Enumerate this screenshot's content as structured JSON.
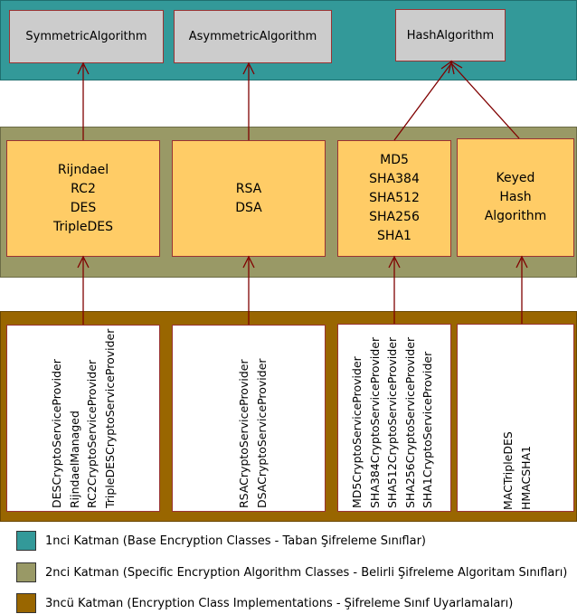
{
  "colors": {
    "layer1": "#339999",
    "layer2": "#999966",
    "layer3": "#996600",
    "base_box": "#cccccc",
    "algo_box": "#ffcc66",
    "impl_box": "#ffffff",
    "arrow": "#800000"
  },
  "base_classes": [
    "SymmetricAlgorithm",
    "AsymmetricAlgorithm",
    "HashAlgorithm"
  ],
  "algorithm_groups": [
    [
      "Rijndael",
      "RC2",
      "DES",
      "TripleDES"
    ],
    [
      "RSA",
      "DSA"
    ],
    [
      "MD5",
      "SHA384",
      "SHA512",
      "SHA256",
      "SHA1"
    ],
    [
      "Keyed",
      "Hash",
      "Algorithm"
    ]
  ],
  "implementation_groups": [
    [
      "DESCryptoServiceProvider",
      "RijndaelManaged",
      "RC2CryptoServiceProvider",
      "TripleDESCryptoServiceProvider"
    ],
    [
      "RSACryptoServiceProvider",
      "DSACryptoServiceProvider"
    ],
    [
      "MD5CryptoServiceProvider",
      "SHA384CryptoServiceProvider",
      "SHA512CryptoServiceProvider",
      "SHA256CryptoServiceProvider",
      "SHA1CryptoServiceProvider"
    ],
    [
      "MACTripleDES",
      "HMACSHA1"
    ]
  ],
  "legend": [
    "1nci Katman (Base Encryption Classes - Taban Şifreleme Sınıflar)",
    "2nci Katman (Specific Encryption Algorithm Classes - Belirli Şifreleme Algoritam Sınıfları)",
    "3ncü Katman (Encryption Class Implementations - Şifreleme Sınıf Uyarlamaları)"
  ]
}
